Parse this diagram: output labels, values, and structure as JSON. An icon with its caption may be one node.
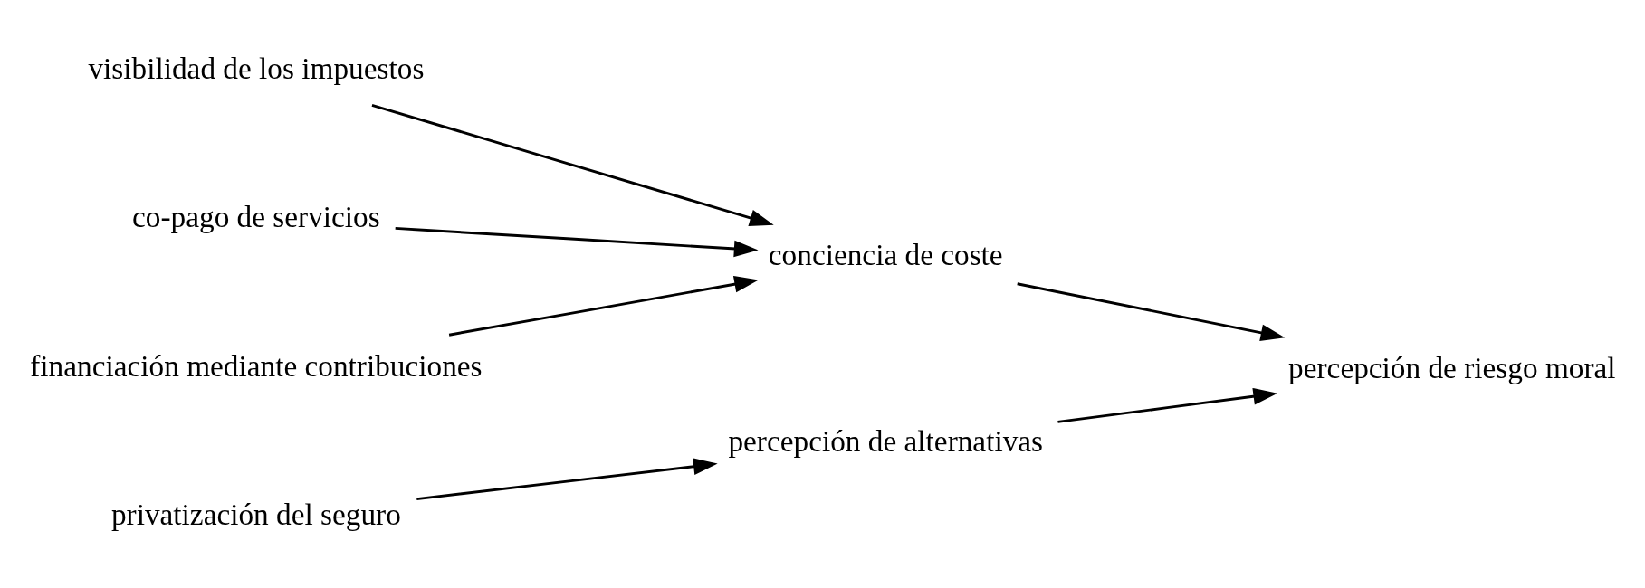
{
  "diagram": {
    "nodes": [
      {
        "text": [
          "visibilidad de los impuestos"
        ]
      },
      {
        "text": [
          "co-pago de servicios"
        ]
      },
      {
        "text": [
          "financiación mediante contribuciones"
        ]
      },
      {
        "text": [
          "privatización del seguro"
        ]
      },
      {
        "text": [
          "conciencia de coste"
        ]
      },
      {
        "text": [
          "percepción de alternativas"
        ]
      },
      {
        "text": [
          "percepción de riesgo moral"
        ]
      }
    ],
    "edges": [
      {
        "from": 0,
        "to": 4,
        "arrow": "to"
      },
      {
        "from": 1,
        "to": 4,
        "arrow": "to"
      },
      {
        "from": 2,
        "to": 4,
        "arrow": "to"
      },
      {
        "from": 4,
        "to": 6,
        "arrow": "to"
      },
      {
        "from": 3,
        "to": 5,
        "arrow": "to"
      },
      {
        "from": 5,
        "to": 6,
        "arrow": "to"
      }
    ]
  }
}
